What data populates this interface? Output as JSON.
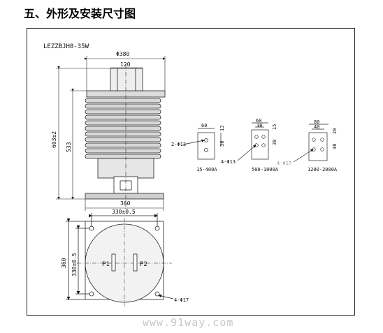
{
  "heading": "五、外形及安装尺寸图",
  "model": "LEZZBJH8-35W",
  "front_view": {
    "cap_dia": "Φ380",
    "cap_width": "120",
    "total_height": "603±2",
    "body_height": "533",
    "base_width": "360"
  },
  "bottom_view": {
    "top_dim": "330±0.5",
    "side_dim": "360",
    "side_inner_dim": "330±0.5",
    "p1": "P1",
    "p2": "P2",
    "holes": "4-Φ17"
  },
  "terminals": [
    {
      "w1": "60",
      "w2": "",
      "h1": "13",
      "h2": "30",
      "h3": "",
      "holes": "2-Φ13",
      "range": "15-400A"
    },
    {
      "w1": "60",
      "w2": "30",
      "h1": "15",
      "h2": "30",
      "h3": "",
      "holes": "4-Φ13",
      "range": "500-1000A"
    },
    {
      "w1": "80",
      "w2": "40",
      "h1": "20",
      "h2": "40",
      "h3": "",
      "holes": "4-Φ17",
      "range": "1200-2000A"
    }
  ],
  "watermark": "www.91way.com"
}
